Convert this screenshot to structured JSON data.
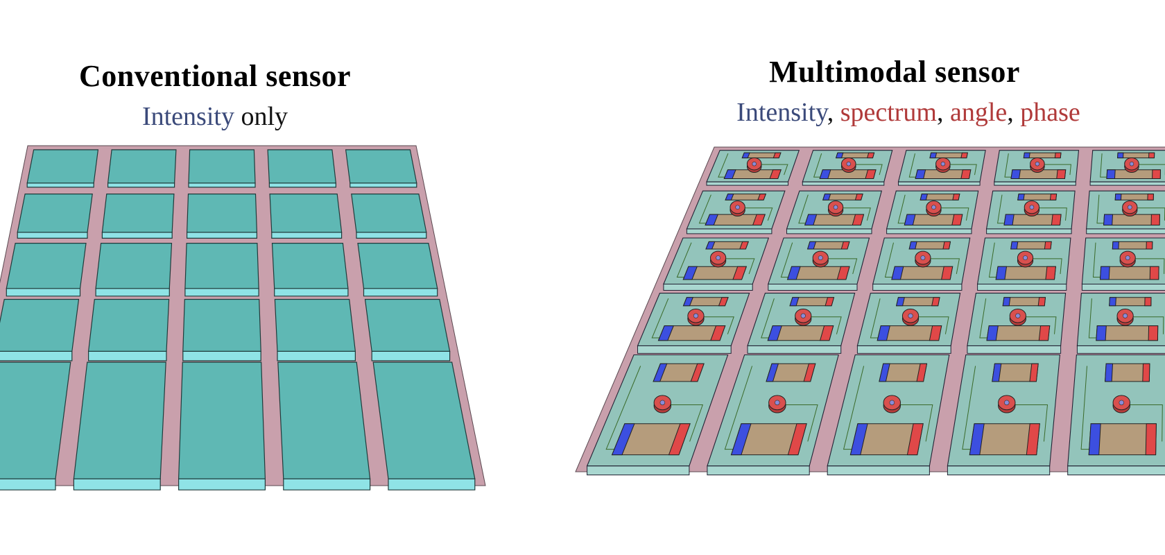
{
  "left": {
    "title": "Conventional sensor",
    "subtitle_parts": [
      {
        "text": "Intensity",
        "color": "blue"
      },
      {
        "text": " only",
        "color": "black"
      }
    ]
  },
  "right": {
    "title": "Multimodal sensor",
    "subtitle_parts": [
      {
        "text": "Intensity",
        "color": "blue"
      },
      {
        "text": ", ",
        "color": "black"
      },
      {
        "text": "spectrum",
        "color": "red"
      },
      {
        "text": ", ",
        "color": "black"
      },
      {
        "text": "angle",
        "color": "red"
      },
      {
        "text": ", ",
        "color": "black"
      },
      {
        "text": "phase",
        "color": "red"
      }
    ]
  },
  "colors": {
    "pixel_top": "#5fb8b4",
    "pixel_side": "#8fe3e6",
    "grid": "#c9a0ac",
    "plate": "#93c4bb",
    "component_body": "#b59c7c",
    "blue_cap": "#3c4fe0",
    "red_cap": "#e04848",
    "circle": "#d9504e"
  }
}
